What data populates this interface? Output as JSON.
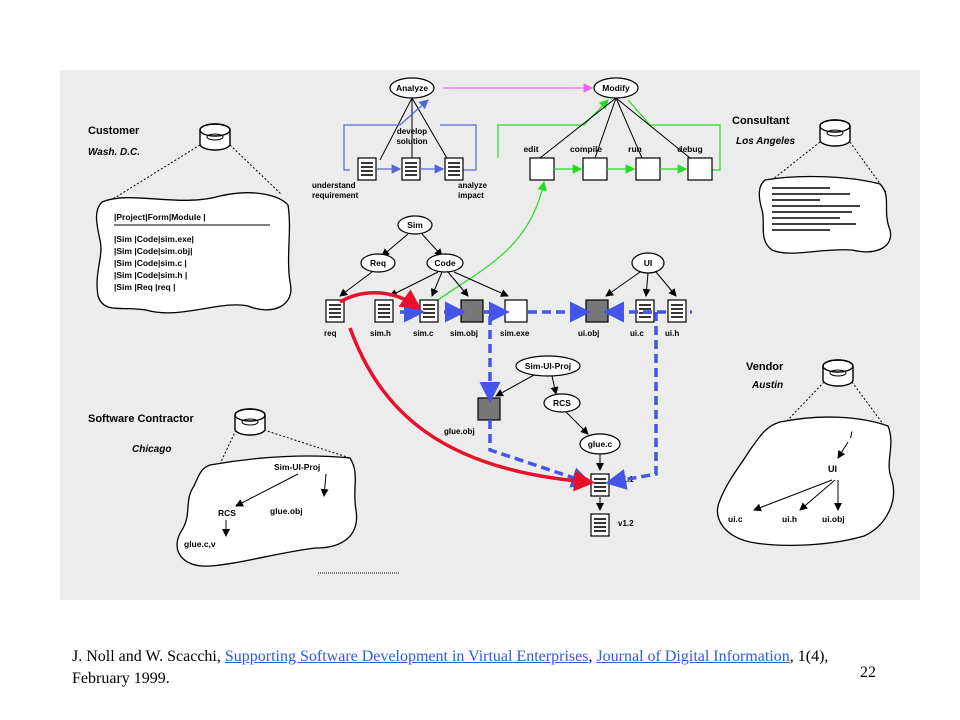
{
  "diagram": {
    "sites": {
      "customer": {
        "title": "Customer",
        "location": "Wash. D.C."
      },
      "consultant": {
        "title": "Consultant",
        "location": "Los Angeles"
      },
      "contractor": {
        "title": "Software Contractor",
        "location": "Chicago"
      },
      "vendor": {
        "title": "Vendor",
        "location": "Austin"
      }
    },
    "customer_table": {
      "header": "|Project|Form|Module |",
      "rows": [
        "|Sim   |Code|sim.exe|",
        "|Sim   |Code|sim.obj|",
        "|Sim   |Code|sim.c  |",
        "|Sim   |Code|sim.h  |",
        "|Sim   |Req |req    |"
      ]
    },
    "process": {
      "analyze": "Analyze",
      "modify": "Modify",
      "develop_solution": [
        "develop",
        "solution"
      ],
      "understand_requirement": [
        "understand",
        "requirement"
      ],
      "analyze_impact": [
        "analyze",
        "impact"
      ],
      "steps": [
        "edit",
        "compile",
        "run",
        "debug"
      ]
    },
    "nodes": {
      "sim": "Sim",
      "req_node": "Req",
      "code_node": "Code",
      "ui": "UI",
      "sim_ui_proj": "Sim-UI-Proj",
      "rcs": "RCS",
      "glue_c": "glue.c",
      "glue_obj": "glue.obj"
    },
    "artifacts": [
      "req",
      "sim.h",
      "sim.c",
      "sim.obj",
      "sim.exe",
      "ui.obj",
      "ui.c",
      "ui.h"
    ],
    "versions": [
      "v1.1",
      "v1.2"
    ],
    "contractor_cloud": {
      "proj": "Sim-UI-Proj",
      "rcs": "RCS",
      "glue_obj": "glue.obj",
      "glue_cv": "glue.c,v"
    },
    "vendor_cloud": {
      "root": "/",
      "ui": "UI",
      "leaves": [
        "ui.c",
        "ui.h",
        "ui.obj"
      ]
    }
  },
  "caption": {
    "authors": "J. Noll and W. Scacchi, ",
    "link1": "Supporting Software Development in Virtual Enterprises",
    "sep": ", ",
    "link2": "Journal of Digital Information",
    "tail": ", 1(4), February 1999."
  },
  "page_number": "22",
  "colors": {
    "red_path": "#e8102a",
    "blue_path": "#4455e8",
    "green": "#22dd22",
    "magenta": "#ee66ee",
    "process_blue": "#5566dd"
  }
}
